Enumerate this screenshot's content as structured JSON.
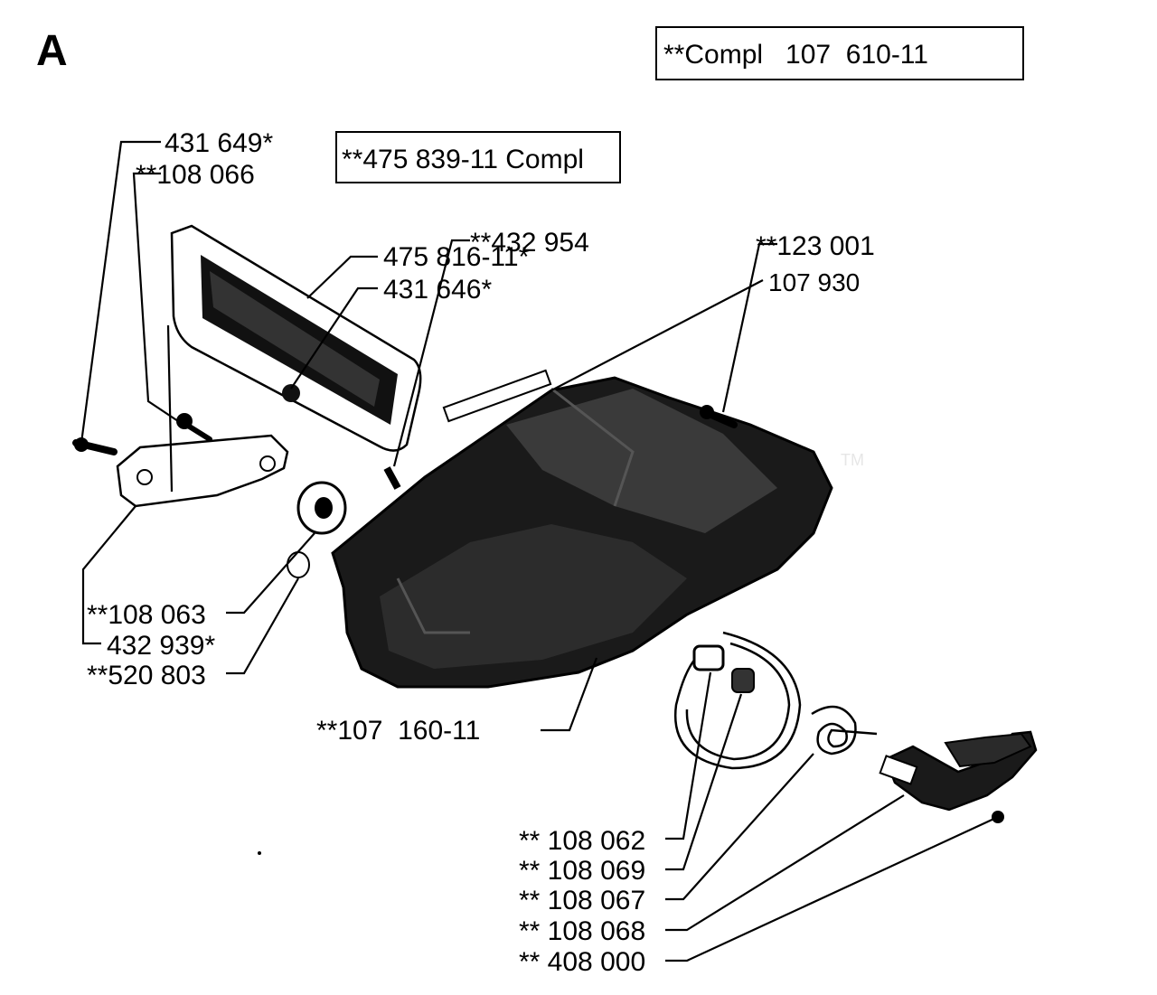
{
  "section_letter": "A",
  "boxes": {
    "top_right": "**Compl   107  610-11",
    "top_middle": "**475 839-11 Compl"
  },
  "labels": {
    "p431649": "431 649*",
    "p108066": "**108 066",
    "p475816": "475 816-11*",
    "p431646": "431 646*",
    "p107930": "107 930",
    "p432954": "**432 954",
    "p123001": "**123 001",
    "p108063": "**108 063",
    "p432939": "432 939*",
    "p520803": "**520 803",
    "p107160": "**107  160-11",
    "p108062": "** 108 062",
    "p108069": "** 108 069",
    "p108067": "** 108 067",
    "p108068": "** 108 068",
    "p408000": "** 408 000"
  },
  "watermark": "TM",
  "colors": {
    "ink": "#000000",
    "paper": "#ffffff",
    "watermark": "#e8e8e8"
  }
}
